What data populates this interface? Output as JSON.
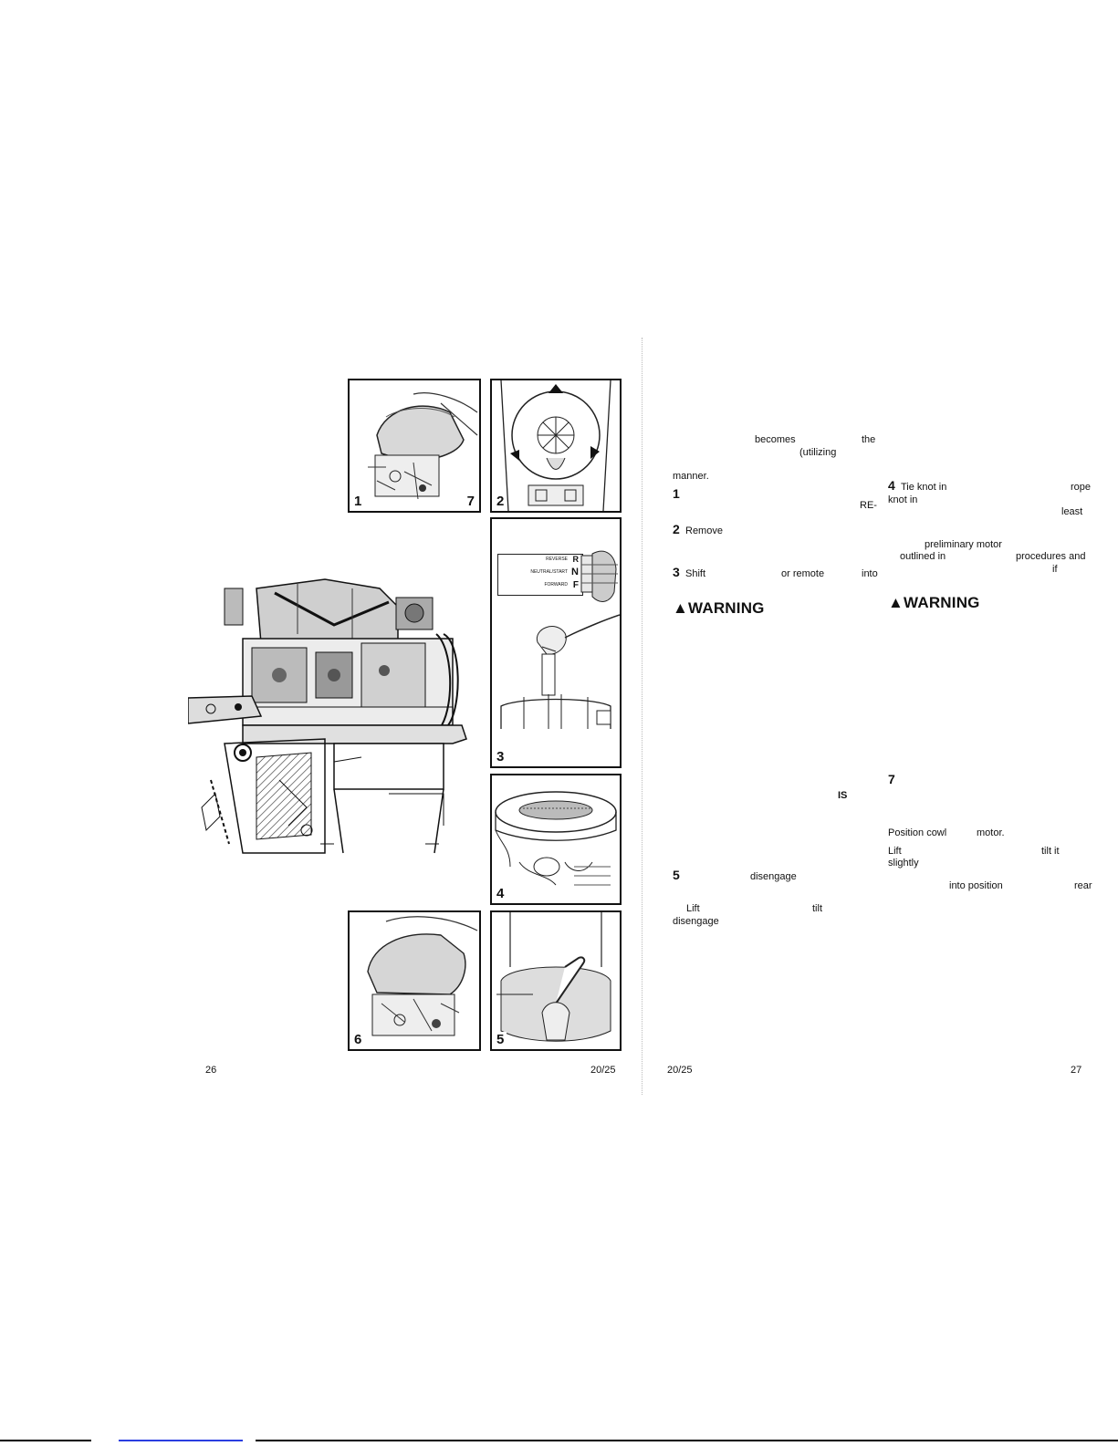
{
  "left_page": {
    "page_number": "26",
    "model": "20/25",
    "figure_labels": {
      "f1_a": "1",
      "f1_b": "7",
      "f2": "2",
      "f3": "3",
      "f4": "4",
      "f5": "5",
      "f6": "6"
    },
    "shift_plate": {
      "reverse": "REVERSE",
      "reverse_letter": "R",
      "neutral": "NEUTRAL/START",
      "neutral_letter": "N",
      "forward": "FORWARD",
      "forward_letter": "F"
    }
  },
  "right_page": {
    "page_number": "27",
    "model": "20/25",
    "col1": {
      "line1_a": "becomes",
      "line1_b": "the",
      "line2": "(utilizing",
      "line3": "manner.",
      "step1_num": "1",
      "step1_end": "RE-",
      "step2_num": "2",
      "step2_text": "Remove",
      "step3_num": "3",
      "step3_text": "Shift",
      "step3_b": "or remote",
      "step3_c": "into",
      "warning": "WARNING",
      "is_word": "IS",
      "step5_num": "5",
      "step5_text": "disengage",
      "lift": "Lift",
      "tilt": "tilt",
      "disengage2": "disengage"
    },
    "col2": {
      "step4_num": "4",
      "step4_text": "Tie knot in",
      "step4_rope": "rope",
      "step4_line2": "knot in",
      "least": "least",
      "preliminary": "preliminary motor",
      "outlined": "outlined in",
      "procedures": "procedures and",
      "if_word": "if",
      "warning": "WARNING",
      "step7_num": "7",
      "position_cowl": "Position cowl",
      "motor": "motor.",
      "lift": "Lift",
      "tilt_it": "tilt it",
      "slightly": "slightly",
      "into_position": "into position",
      "rear": "rear"
    }
  }
}
